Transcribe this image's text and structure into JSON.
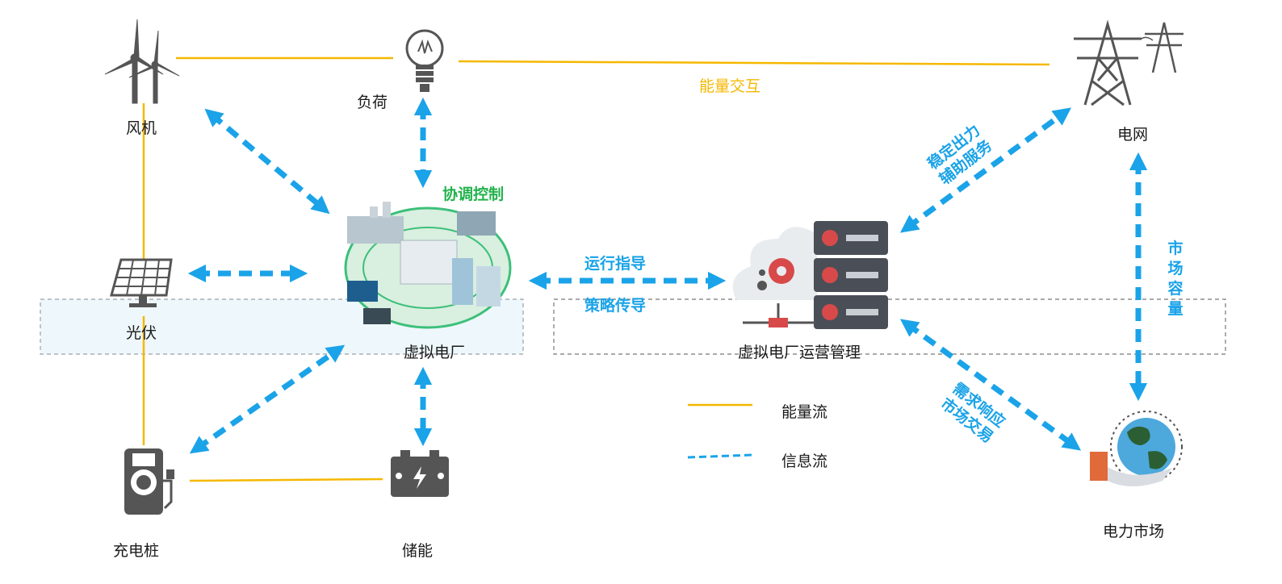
{
  "nodes": {
    "wind": "风机",
    "load": "负荷",
    "pv": "光伏",
    "vpp": "虚拟电厂",
    "charger": "充电桩",
    "storage": "储能",
    "grid": "电网",
    "vpp_ops": "虚拟电厂运营管理",
    "market": "电力市场"
  },
  "edge_labels": {
    "energy_interaction": "能量交互",
    "coordination_control": "协调控制",
    "operation_guidance": "运行指导",
    "strategy_transmission": "策略传导",
    "stable_output_line1": "稳定出力",
    "stable_output_line2": "辅助服务",
    "demand_response_line1": "需求响应",
    "demand_response_line2": "市场交易",
    "market_capacity": "市场容量"
  },
  "legend": {
    "energy_flow": "能量流",
    "info_flow": "信息流"
  },
  "colors": {
    "energy_line": "#f5b800",
    "info_arrow": "#1aa3e8",
    "control_text": "#22b24c",
    "zone_fill": "#eef7fb",
    "zone_border": "#9aa0a6"
  }
}
